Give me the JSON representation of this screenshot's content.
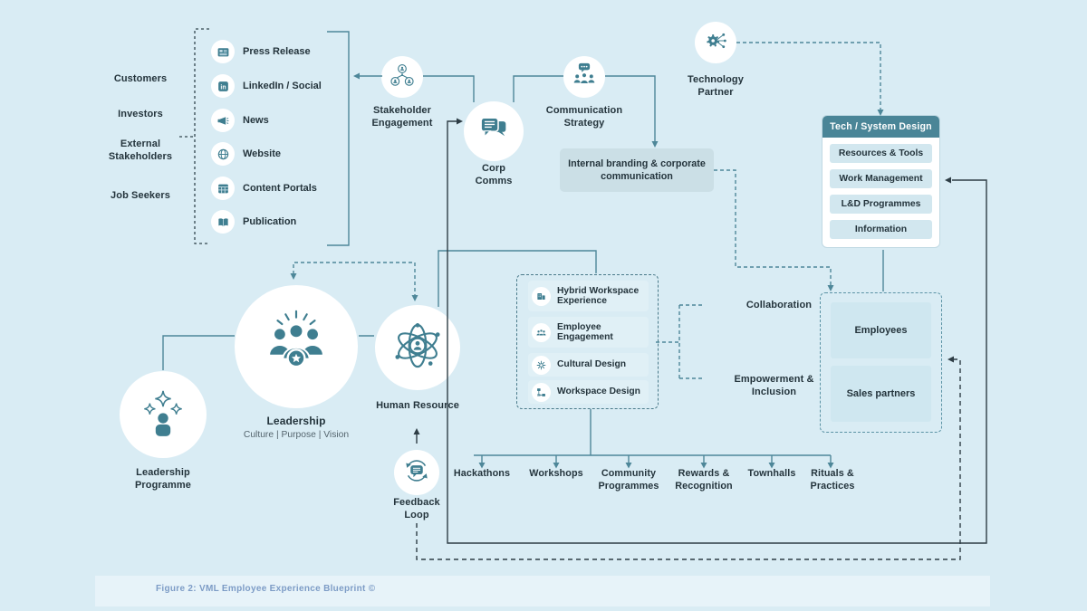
{
  "figure": {
    "caption": "Figure 2: VML Employee Experience Blueprint ©"
  },
  "colors": {
    "background": "#d9ecf4",
    "teal_line": "#4e8799",
    "dark_line": "#2e3d45",
    "text": "#24343c",
    "header_fill": "#4a8597",
    "branding_fill": "#cbdfe6",
    "row_fill": "#d2e7ef",
    "audience_fill": "#cfe7f0",
    "caption_strip": "#e7f3f9",
    "caption_text": "#7d9cc6",
    "icon_teal": "#3f7e90"
  },
  "stakeholders": {
    "labels": [
      "Customers",
      "Investors",
      "External Stakeholders",
      "Job Seekers"
    ]
  },
  "channels": {
    "items": [
      {
        "icon": "newspaper-icon",
        "label": "Press Release"
      },
      {
        "icon": "linkedin-icon",
        "label": "LinkedIn / Social"
      },
      {
        "icon": "megaphone-icon",
        "label": "News"
      },
      {
        "icon": "globe-icon",
        "label": "Website"
      },
      {
        "icon": "grid-icon",
        "label": "Content Portals"
      },
      {
        "icon": "book-icon",
        "label": "Publication"
      }
    ]
  },
  "nodes": {
    "stakeholder_engagement": {
      "label": "Stakeholder Engagement",
      "icon": "network-people-icon"
    },
    "corp_comms": {
      "label": "Corp Comms",
      "icon": "chat-bubbles-icon"
    },
    "communication_strategy": {
      "label": "Communication Strategy",
      "icon": "team-chat-icon"
    },
    "technology_partner": {
      "label": "Technology Partner",
      "icon": "gear-network-icon"
    },
    "leadership": {
      "label": "Leadership",
      "sublabel": "Culture  |  Purpose  |  Vision",
      "icon": "team-star-icon"
    },
    "leadership_programme": {
      "label": "Leadership Programme",
      "icon": "sparkle-person-icon"
    },
    "human_resource": {
      "label": "Human Resource",
      "icon": "atom-person-icon"
    },
    "feedback_loop": {
      "label": "Feedback Loop",
      "icon": "feedback-chat-icon"
    }
  },
  "branding": {
    "label": "Internal branding & corporate communication"
  },
  "tech": {
    "title": "Tech / System Design",
    "items": [
      "Resources & Tools",
      "Work Management",
      "L&D Programmes",
      "Information"
    ]
  },
  "pillars": {
    "items": [
      {
        "icon": "building-icon",
        "label": "Hybrid Workspace Experience"
      },
      {
        "icon": "people-icon",
        "label": "Employee Engagement"
      },
      {
        "icon": "culture-icon",
        "label": "Cultural Design"
      },
      {
        "icon": "workspace-icon",
        "label": "Workspace Design"
      }
    ]
  },
  "outcomes": {
    "collaboration": "Collaboration",
    "empowerment": "Empowerment & Inclusion"
  },
  "audiences": {
    "items": [
      "Employees",
      "Sales partners"
    ]
  },
  "activities": {
    "items": [
      "Hackathons",
      "Workshops",
      "Community Programmes",
      "Rewards & Recognition",
      "Townhalls",
      "Rituals & Practices"
    ]
  }
}
